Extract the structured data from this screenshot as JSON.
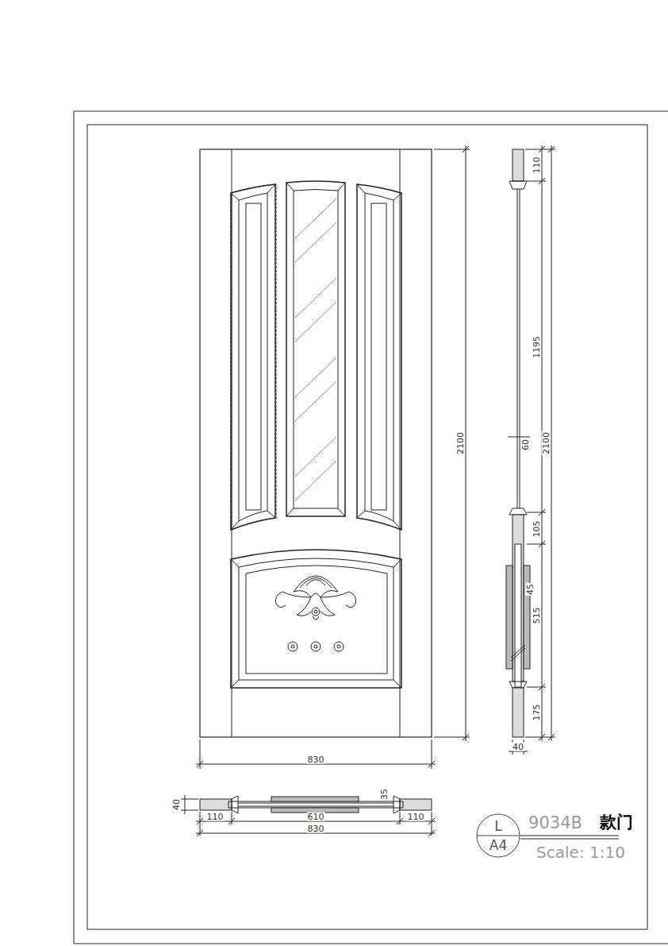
{
  "diagram": {
    "nodes": [
      {
        "text": [
          "L",
          "A4"
        ]
      }
    ],
    "labels": [
      "2100",
      "830",
      "110",
      "1195",
      "60",
      "2100",
      "105",
      "45",
      "515",
      "175",
      "40",
      "40",
      "35",
      "110",
      "610",
      "110",
      "830",
      "9034B",
      "款门",
      "Scale: 1:10"
    ]
  }
}
